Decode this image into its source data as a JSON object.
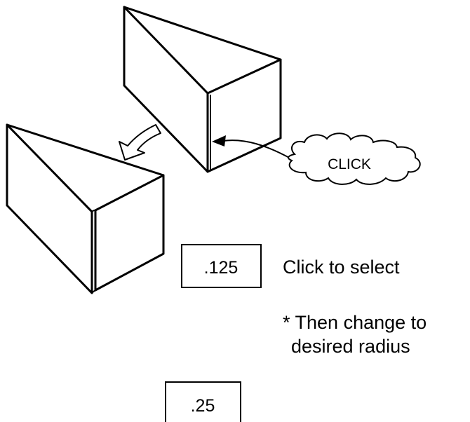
{
  "callout": {
    "label": "CLICK"
  },
  "value_boxes": {
    "current_value": ".125",
    "new_value": ".25"
  },
  "instructions": {
    "line1": "Click to select",
    "line2": "* Then change to",
    "line3": "desired radius"
  },
  "colors": {
    "stroke": "#000000",
    "background": "#ffffff"
  }
}
